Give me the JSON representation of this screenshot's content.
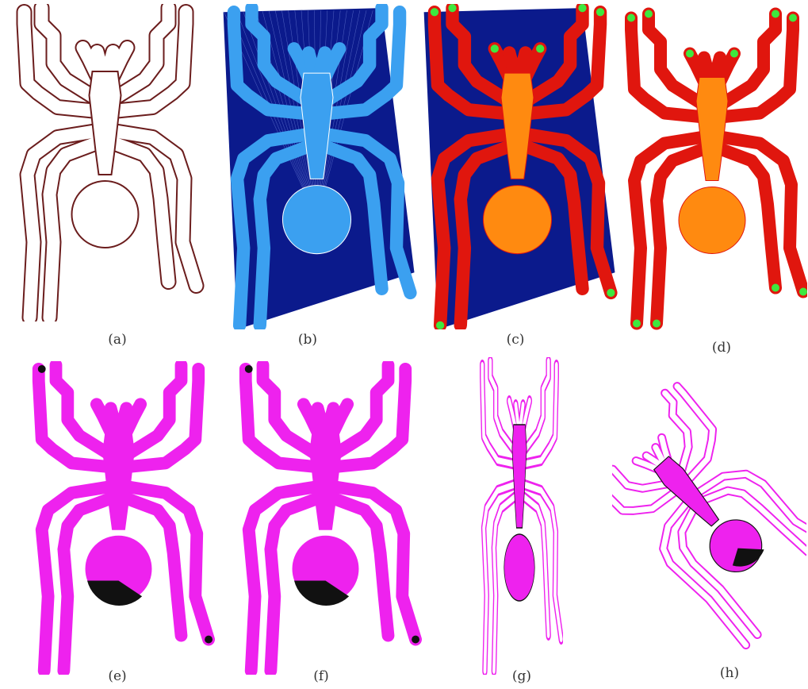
{
  "figure": {
    "panels": [
      {
        "id": "a",
        "caption": "(a)",
        "style": "outline"
      },
      {
        "id": "b",
        "caption": "(b)",
        "style": "triangulation"
      },
      {
        "id": "c",
        "caption": "(c)",
        "style": "classified-triangulation"
      },
      {
        "id": "d",
        "caption": "(d)",
        "style": "classified-shape"
      },
      {
        "id": "e",
        "caption": "(e)",
        "style": "magenta"
      },
      {
        "id": "f",
        "caption": "(f)",
        "style": "magenta"
      },
      {
        "id": "g",
        "caption": "(g)",
        "style": "squeezed"
      },
      {
        "id": "h",
        "caption": "(h)",
        "style": "rotated"
      }
    ]
  },
  "colors": {
    "outline": "#6b1d1d",
    "dark_blue": "#0b1a8c",
    "light_blue": "#3ba0f0",
    "red": "#e0160e",
    "orange": "#ff8a10",
    "green": "#3ee83e",
    "magenta": "#ee22ee",
    "black": "#111111"
  }
}
